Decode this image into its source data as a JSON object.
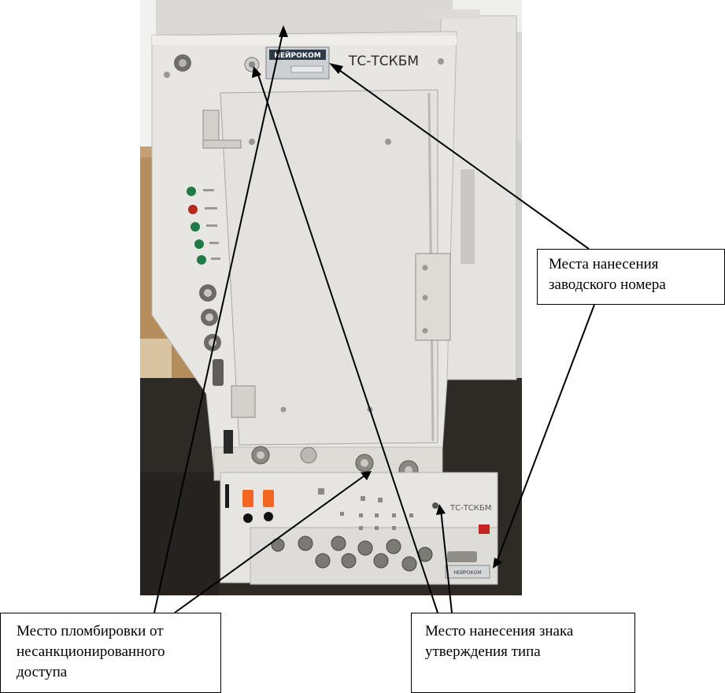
{
  "nameplate": {
    "brand": "НЕЙРОКОМ",
    "model": "ТС-ТСКБМ"
  },
  "lower_panel_label": "ТС-ТСКБМ",
  "lower_badge_brand": "НЕЙРОКОМ",
  "callouts": {
    "serial_number": {
      "line1": "Места нанесения",
      "line2": "заводского номера"
    },
    "seal": {
      "line1": "Место пломбировки от",
      "line2": "несанкционированного",
      "line3": "доступа"
    },
    "type_approval": {
      "line1": "Место нанесения знака",
      "line2": "утверждения типа"
    }
  },
  "colors": {
    "panel": "#e7e6e2",
    "background_wall": "#dcdcdc",
    "cardboard": "#b58d5d",
    "table": "#2e2a26",
    "led_green": "#1f7a45",
    "led_red": "#b52a1e",
    "terminal_orange": "#f26522",
    "pointer_line": "#000000"
  }
}
